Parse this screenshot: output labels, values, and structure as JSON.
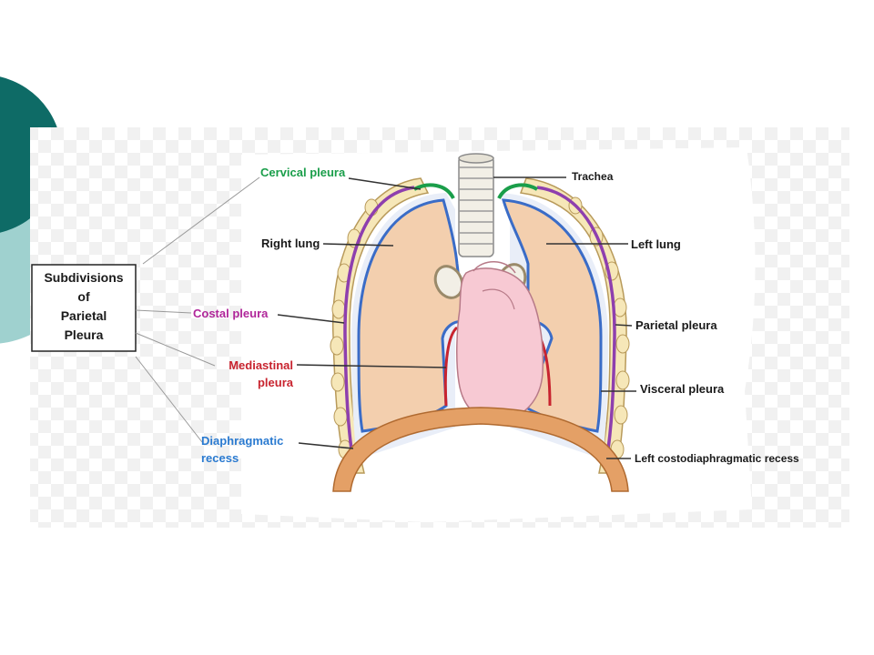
{
  "colors": {
    "slide_accent_dark": "#0e6b66",
    "slide_accent_light": "#9fd1cf",
    "lung": "#f3cfae",
    "heart": "#f7c9d3",
    "diaphragm": "#e4a066",
    "ribs": "#f6e7b8",
    "parietal_pleura": "#8e3fae",
    "visceral_pleura": "#3a6cc7",
    "cervical_pleura": "#1a9e4a",
    "mediastinal_pleura": "#c8242f",
    "costal_label": "#b0279a",
    "mediastinal_label": "#c8242f",
    "diaphragmatic_label": "#2a7ad0",
    "cervical_label": "#1a9e4a"
  },
  "box": {
    "title_lines": [
      "Subdivisions",
      "of",
      "Parietal",
      "Pleura"
    ]
  },
  "labels": {
    "cervical_pleura": "Cervical pleura",
    "trachea": "Trachea",
    "right_lung": "Right lung",
    "left_lung": "Left lung",
    "costal_pleura": "Costal pleura",
    "parietal_pleura": "Parietal pleura",
    "mediastinal_line1": "Mediastinal",
    "mediastinal_line2": "pleura",
    "visceral_pleura": "Visceral pleura",
    "diaphragmatic_line1": "Diaphragmatic",
    "diaphragmatic_line2": "recess",
    "left_costodiaphragmatic_recess": "Left costodiaphragmatic recess"
  }
}
